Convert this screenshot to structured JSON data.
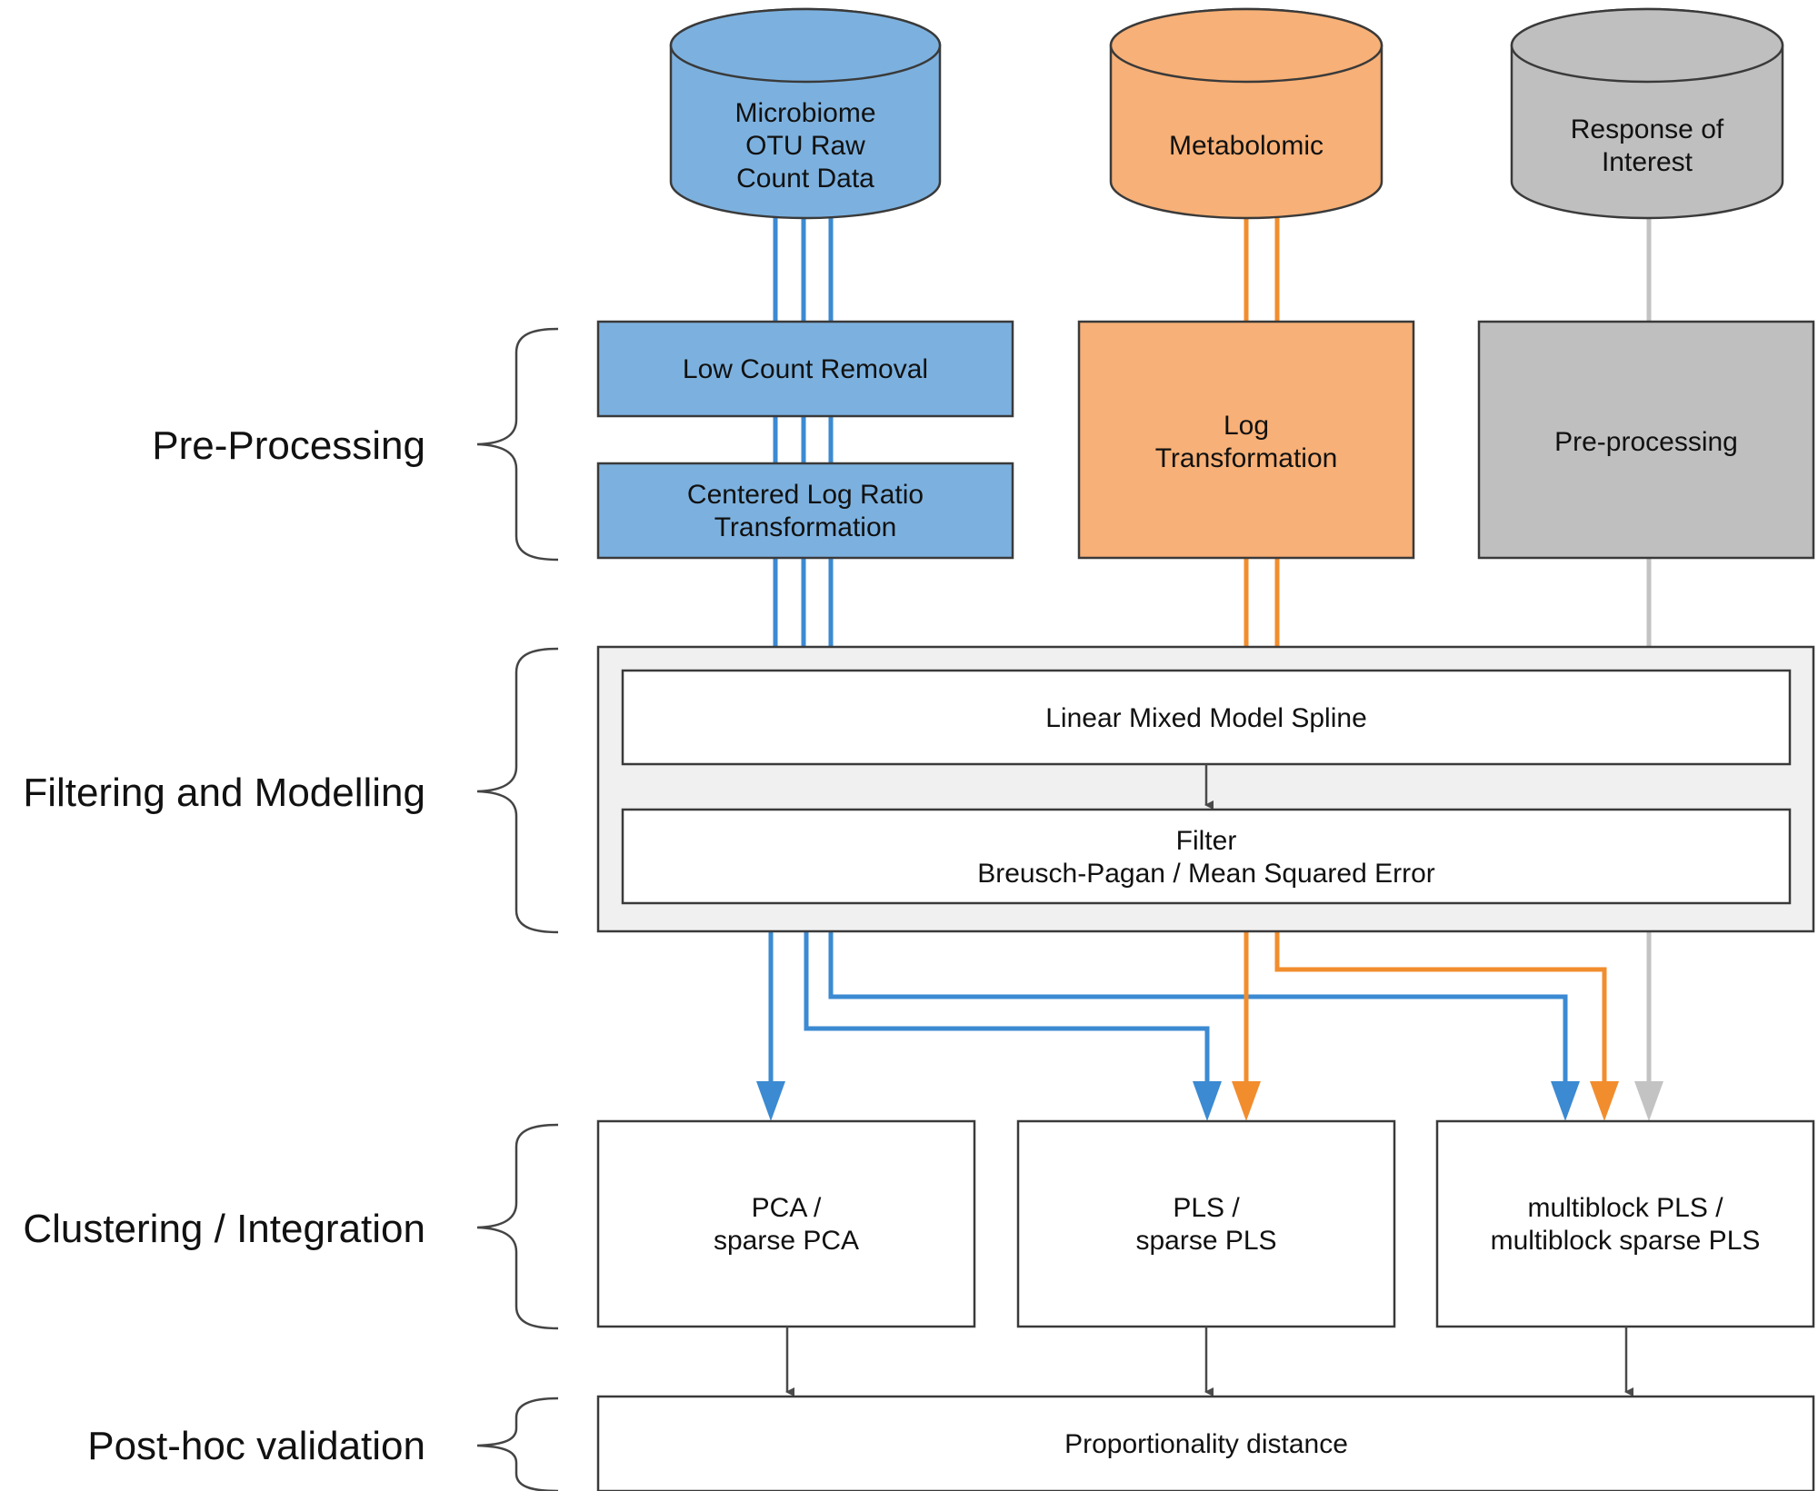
{
  "colors": {
    "microbiome": "#7cb1df",
    "metabolomic": "#f7b077",
    "response": "#bfbfbf",
    "microbiome_line": "#3b8ad2",
    "metabolomic_line": "#f28d2e",
    "response_line": "#c3c3c3",
    "panel": "#f0f0f0"
  },
  "stages": {
    "preprocessing": "Pre-Processing",
    "filtering": "Filtering and Modelling",
    "clustering": "Clustering / Integration",
    "posthoc": "Post-hoc validation"
  },
  "sources": {
    "microbiome": [
      "Microbiome",
      "OTU Raw",
      "Count Data"
    ],
    "metabolomic": [
      "Metabolomic"
    ],
    "response": [
      "Response of",
      "Interest"
    ]
  },
  "preprocessing": {
    "low_count": [
      "Low Count Removal"
    ],
    "clr": [
      "Centered Log Ratio",
      "Transformation"
    ],
    "log": [
      "Log",
      "Transformation"
    ],
    "response_pre": [
      "Pre-processing"
    ]
  },
  "modelling": {
    "lmms": [
      "Linear Mixed Model Spline"
    ],
    "filter": [
      "Filter",
      "Breusch-Pagan / Mean Squared Error"
    ]
  },
  "methods": {
    "pca": [
      "PCA /",
      "sparse PCA"
    ],
    "pls": [
      "PLS /",
      "sparse PLS"
    ],
    "mbpls": [
      "multiblock PLS /",
      "multiblock sparse PLS"
    ]
  },
  "validation": {
    "distance": [
      "Proportionality distance"
    ]
  }
}
